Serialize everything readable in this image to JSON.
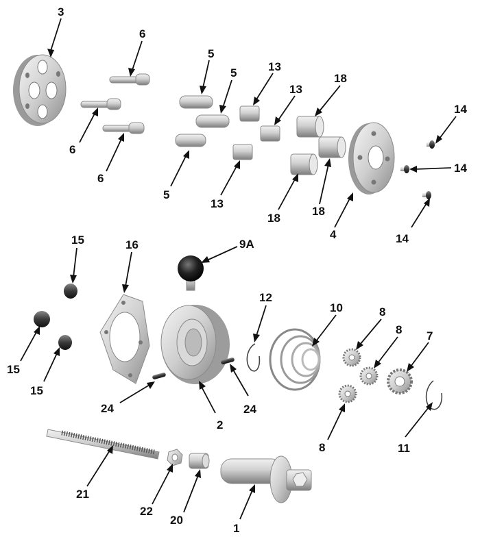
{
  "diagram": {
    "type": "exploded parts view",
    "callouts": [
      {
        "id": "c3",
        "label": "3"
      },
      {
        "id": "c6a",
        "label": "6"
      },
      {
        "id": "c6b",
        "label": "6"
      },
      {
        "id": "c6c",
        "label": "6"
      },
      {
        "id": "c5a",
        "label": "5"
      },
      {
        "id": "c5b",
        "label": "5"
      },
      {
        "id": "c5c",
        "label": "5"
      },
      {
        "id": "c13a",
        "label": "13"
      },
      {
        "id": "c13b",
        "label": "13"
      },
      {
        "id": "c13c",
        "label": "13"
      },
      {
        "id": "c18a",
        "label": "18"
      },
      {
        "id": "c18b",
        "label": "18"
      },
      {
        "id": "c18c",
        "label": "18"
      },
      {
        "id": "c14a",
        "label": "14"
      },
      {
        "id": "c14b",
        "label": "14"
      },
      {
        "id": "c14c",
        "label": "14"
      },
      {
        "id": "c4",
        "label": "4"
      },
      {
        "id": "c15a",
        "label": "15"
      },
      {
        "id": "c15b",
        "label": "15"
      },
      {
        "id": "c15c",
        "label": "15"
      },
      {
        "id": "c16",
        "label": "16"
      },
      {
        "id": "c9A",
        "label": "9A"
      },
      {
        "id": "c12",
        "label": "12"
      },
      {
        "id": "c10",
        "label": "10"
      },
      {
        "id": "c8a",
        "label": "8"
      },
      {
        "id": "c8b",
        "label": "8"
      },
      {
        "id": "c8c",
        "label": "8"
      },
      {
        "id": "c7",
        "label": "7"
      },
      {
        "id": "c24a",
        "label": "24"
      },
      {
        "id": "c24b",
        "label": "24"
      },
      {
        "id": "c2",
        "label": "2"
      },
      {
        "id": "c11",
        "label": "11"
      },
      {
        "id": "c21",
        "label": "21"
      },
      {
        "id": "c22",
        "label": "22"
      },
      {
        "id": "c20",
        "label": "20"
      },
      {
        "id": "c1",
        "label": "1"
      }
    ]
  }
}
